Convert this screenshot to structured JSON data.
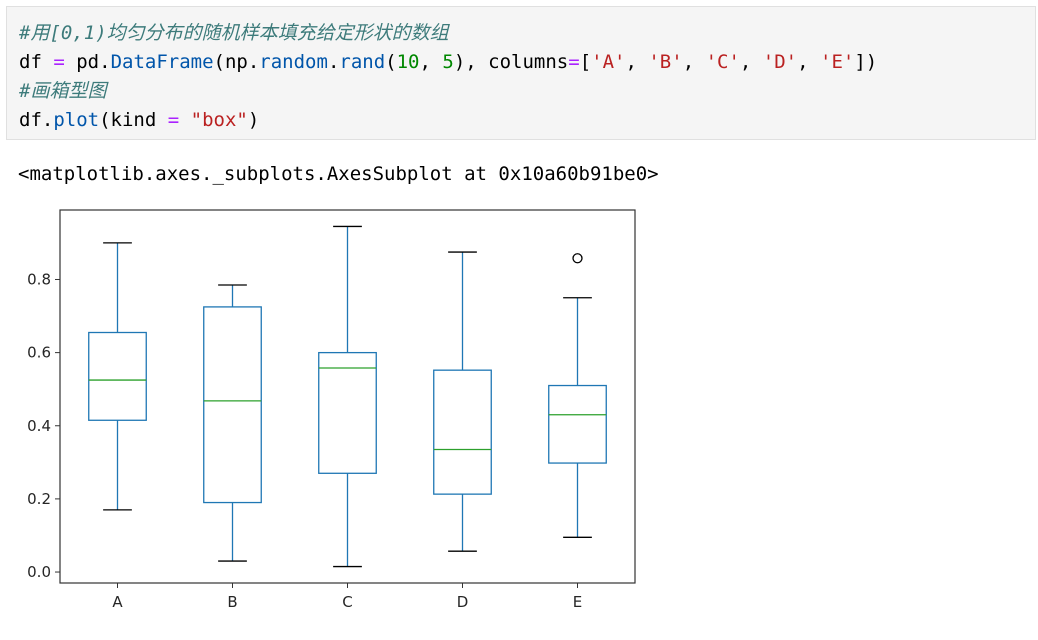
{
  "code": {
    "comment1": "#用[0,1)均匀分布的随机样本填充给定形状的数组",
    "line2_tokens": [
      {
        "t": "df ",
        "c": ""
      },
      {
        "t": "=",
        "c": "op"
      },
      {
        "t": " pd",
        "c": ""
      },
      {
        "t": ".",
        "c": ""
      },
      {
        "t": "DataFrame",
        "c": "attr"
      },
      {
        "t": "(np",
        "c": ""
      },
      {
        "t": ".",
        "c": ""
      },
      {
        "t": "random",
        "c": "attr"
      },
      {
        "t": ".",
        "c": ""
      },
      {
        "t": "rand",
        "c": "attr"
      },
      {
        "t": "(",
        "c": ""
      },
      {
        "t": "10",
        "c": "num"
      },
      {
        "t": ", ",
        "c": ""
      },
      {
        "t": "5",
        "c": "num"
      },
      {
        "t": "), columns",
        "c": ""
      },
      {
        "t": "=",
        "c": "op"
      },
      {
        "t": "[",
        "c": ""
      },
      {
        "t": "'A'",
        "c": "str"
      },
      {
        "t": ", ",
        "c": ""
      },
      {
        "t": "'B'",
        "c": "str"
      },
      {
        "t": ", ",
        "c": ""
      },
      {
        "t": "'C'",
        "c": "str"
      },
      {
        "t": ", ",
        "c": ""
      },
      {
        "t": "'D'",
        "c": "str"
      },
      {
        "t": ", ",
        "c": ""
      },
      {
        "t": "'E'",
        "c": "str"
      },
      {
        "t": "])",
        "c": ""
      }
    ],
    "comment2": "#画箱型图",
    "line4_tokens": [
      {
        "t": "df",
        "c": ""
      },
      {
        "t": ".",
        "c": ""
      },
      {
        "t": "plot",
        "c": "attr"
      },
      {
        "t": "(kind ",
        "c": ""
      },
      {
        "t": "=",
        "c": "op"
      },
      {
        "t": " ",
        "c": ""
      },
      {
        "t": "\"box\"",
        "c": "str"
      },
      {
        "t": ")",
        "c": ""
      }
    ]
  },
  "output": {
    "text": "<matplotlib.axes._subplots.AxesSubplot at 0x10a60b91be0>"
  },
  "colors": {
    "box": "#1f77b4",
    "median": "#2ca02c",
    "axes": "#333333"
  },
  "chart_data": {
    "type": "box",
    "categories": [
      "A",
      "B",
      "C",
      "D",
      "E"
    ],
    "boxes": [
      {
        "name": "A",
        "whislo": 0.17,
        "q1": 0.415,
        "med": 0.525,
        "q3": 0.655,
        "whishi": 0.9,
        "fliers": []
      },
      {
        "name": "B",
        "whislo": 0.03,
        "q1": 0.19,
        "med": 0.468,
        "q3": 0.725,
        "whishi": 0.785,
        "fliers": []
      },
      {
        "name": "C",
        "whislo": 0.015,
        "q1": 0.27,
        "med": 0.558,
        "q3": 0.6,
        "whishi": 0.945,
        "fliers": []
      },
      {
        "name": "D",
        "whislo": 0.057,
        "q1": 0.213,
        "med": 0.335,
        "q3": 0.552,
        "whishi": 0.875,
        "fliers": []
      },
      {
        "name": "E",
        "whislo": 0.095,
        "q1": 0.298,
        "med": 0.43,
        "q3": 0.51,
        "whishi": 0.75,
        "fliers": [
          0.858
        ]
      }
    ],
    "yticks": [
      "0.0",
      "0.2",
      "0.4",
      "0.6",
      "0.8"
    ],
    "ytick_values": [
      0.0,
      0.2,
      0.4,
      0.6,
      0.8
    ],
    "ylim": [
      -0.03,
      0.99
    ],
    "grid": false
  }
}
